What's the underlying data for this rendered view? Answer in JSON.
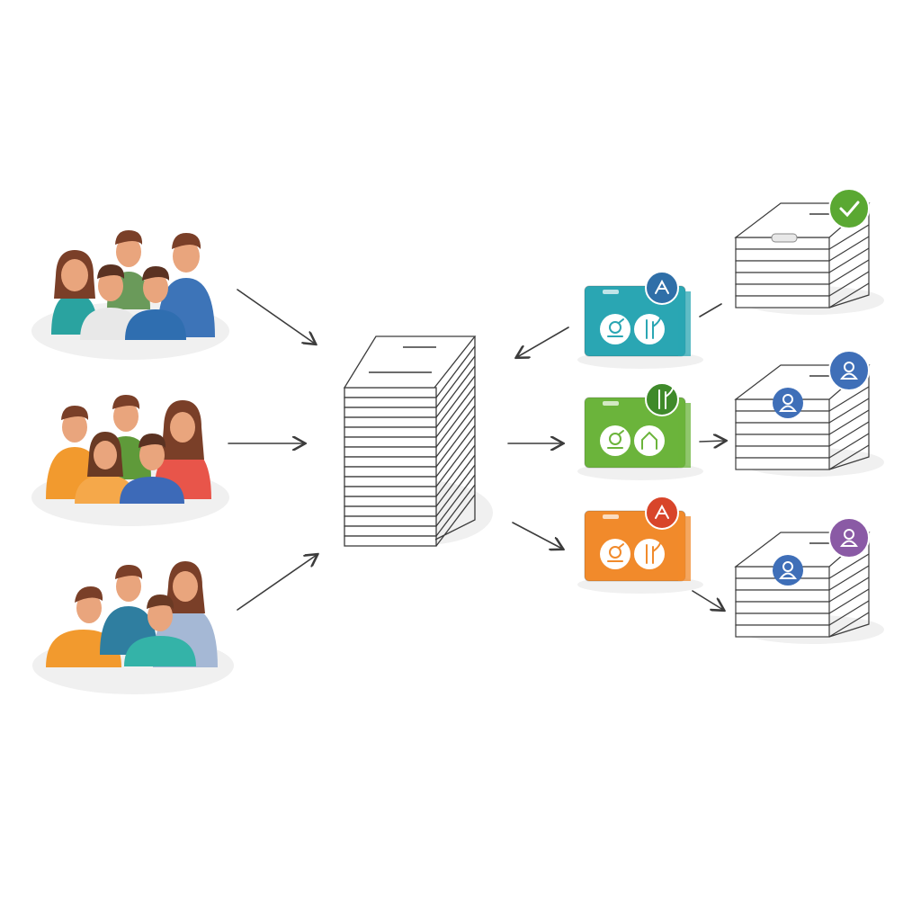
{
  "colors": {
    "background": "#ffffff",
    "outline": "#3c3c3c",
    "platform": "#f0f0f0",
    "teal": "#2aa6b3",
    "green": "#6bb43b",
    "orange": "#f18a2b",
    "check_badge": "#5aa832",
    "user_badge_blue": "#3f6fb8",
    "user_badge_purple": "#8a5aa5"
  },
  "groups": [
    {
      "name": "people-group-1",
      "people": [
        {
          "shirt": "#2aa3a0",
          "hair": "#7a3f28"
        },
        {
          "shirt": "#6a9a5a",
          "hair": "#7a3f28"
        },
        {
          "shirt": "#3d74b8",
          "hair": "#7a3f28"
        },
        {
          "shirt": "#e8e8e8",
          "hair": "#5a3222"
        },
        {
          "shirt": "#2f6eb0",
          "hair": "#5a3222"
        }
      ]
    },
    {
      "name": "people-group-2",
      "people": [
        {
          "shirt": "#f29a2e",
          "hair": "#7a3f28"
        },
        {
          "shirt": "#5f9a3a",
          "hair": "#7a3f28"
        },
        {
          "shirt": "#e8554a",
          "hair": "#7a3f28"
        },
        {
          "shirt": "#f5a84a",
          "hair": "#6a3a24"
        },
        {
          "shirt": "#3d6ab8",
          "hair": "#5a3222"
        }
      ]
    },
    {
      "name": "people-group-3",
      "people": [
        {
          "shirt": "#f29a2e",
          "hair": "#7a3f28"
        },
        {
          "shirt": "#2f7ea0",
          "hair": "#7a3f28"
        },
        {
          "shirt": "#a5b8d5",
          "hair": "#7a3f28"
        },
        {
          "shirt": "#34b3a8",
          "hair": "#6a3a24"
        }
      ]
    }
  ],
  "category_boxes": [
    {
      "name": "teal-category-box",
      "color": "#2aa6b3",
      "icon_left": "microscope-icon",
      "icon_right": "bamboo-icon",
      "badge_icon": "molecule-icon",
      "badge_color": "#2f6fa8"
    },
    {
      "name": "green-category-box",
      "color": "#6bb43b",
      "icon_left": "robot-icon",
      "icon_right": "house-icon",
      "badge_icon": "plant-icon",
      "badge_color": "#3f8a2a"
    },
    {
      "name": "orange-category-box",
      "color": "#f18a2b",
      "icon_left": "gear-icon",
      "icon_right": "bamboo-icon",
      "badge_icon": "tools-icon",
      "badge_color": "#d8452a"
    }
  ],
  "output_stacks": [
    {
      "name": "approved-document-stack",
      "badge_icon": "check-icon",
      "badge_color": "#5aa832"
    },
    {
      "name": "user-document-stack",
      "badge_icon": "user-icon",
      "badge_color": "#3f6fb8"
    },
    {
      "name": "reviewer-document-stack",
      "badge_icon": "user-icon",
      "badge_color": "#8a5aa5"
    }
  ]
}
